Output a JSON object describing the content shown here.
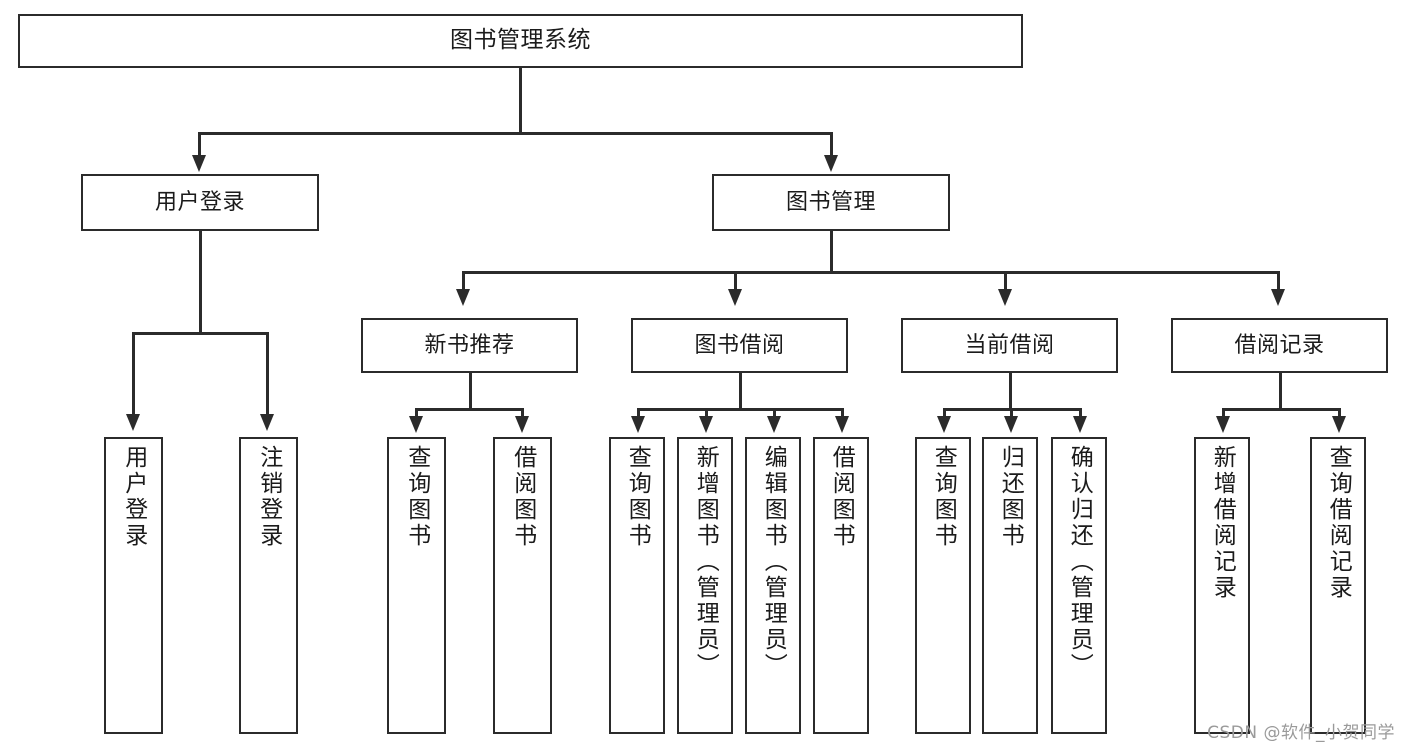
{
  "diagram": {
    "title": "图书管理系统",
    "type": "tree",
    "watermark": "CSDN @软件_小贺同学",
    "colors": {
      "stroke": "#2b2b2b",
      "fill": "#ffffff",
      "text": "#1b1b1b",
      "watermark": "#9a9a9a"
    },
    "root": {
      "label": "图书管理系统"
    },
    "level1": [
      {
        "label": "用户登录"
      },
      {
        "label": "图书管理"
      }
    ],
    "level2": [
      {
        "label": "新书推荐"
      },
      {
        "label": "图书借阅"
      },
      {
        "label": "当前借阅"
      },
      {
        "label": "借阅记录"
      }
    ],
    "leaves": {
      "user_login": [
        {
          "label": "用户登录"
        },
        {
          "label": "注销登录"
        }
      ],
      "new_book_recommend": [
        {
          "label": "查询图书"
        },
        {
          "label": "借阅图书"
        }
      ],
      "book_borrow": [
        {
          "label": "查询图书"
        },
        {
          "label": "新增图书（管理员）"
        },
        {
          "label": "编辑图书（管理员）"
        },
        {
          "label": "借阅图书"
        }
      ],
      "current_borrow": [
        {
          "label": "查询图书"
        },
        {
          "label": "归还图书"
        },
        {
          "label": "确认归还（管理员）"
        }
      ],
      "borrow_record": [
        {
          "label": "新增借阅记录"
        },
        {
          "label": "查询借阅记录"
        }
      ]
    }
  }
}
